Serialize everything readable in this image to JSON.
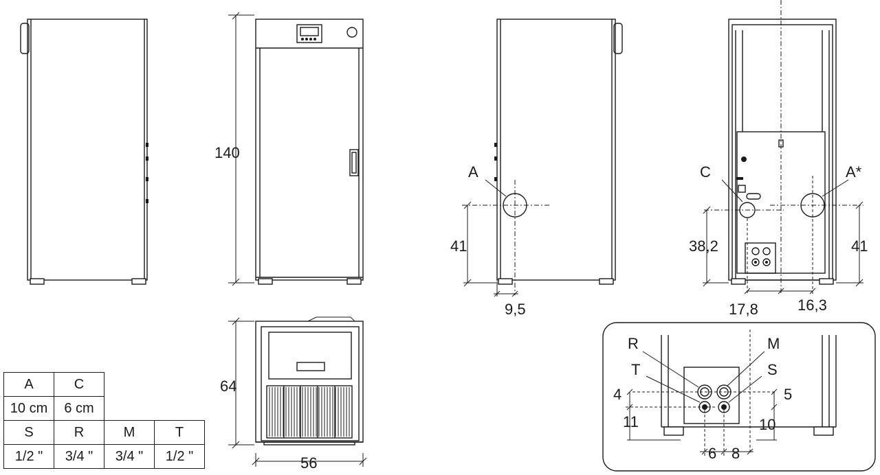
{
  "labels": {
    "height": "140",
    "depth": "64",
    "width": "56",
    "side_a": "A",
    "side_a_height": "41",
    "side_a_offset": "9,5",
    "rear_c": "C",
    "rear_a_star": "A*",
    "rear_c_height": "38,2",
    "rear_a_height": "41",
    "rear_c_offset": "17,8",
    "rear_a_offset": "16,3",
    "detail_r": "R",
    "detail_m": "M",
    "detail_t": "T",
    "detail_s": "S",
    "detail_4": "4",
    "detail_5": "5",
    "detail_11": "11",
    "detail_10": "10",
    "detail_6": "6",
    "detail_8": "8"
  },
  "table": {
    "row1": [
      "A",
      "C"
    ],
    "row2": [
      "10 cm",
      "6 cm"
    ],
    "row3": [
      "S",
      "R",
      "M",
      "T"
    ],
    "row4": [
      "1/2 \"",
      "3/4 \"",
      "3/4 \"",
      "1/2 \""
    ]
  }
}
